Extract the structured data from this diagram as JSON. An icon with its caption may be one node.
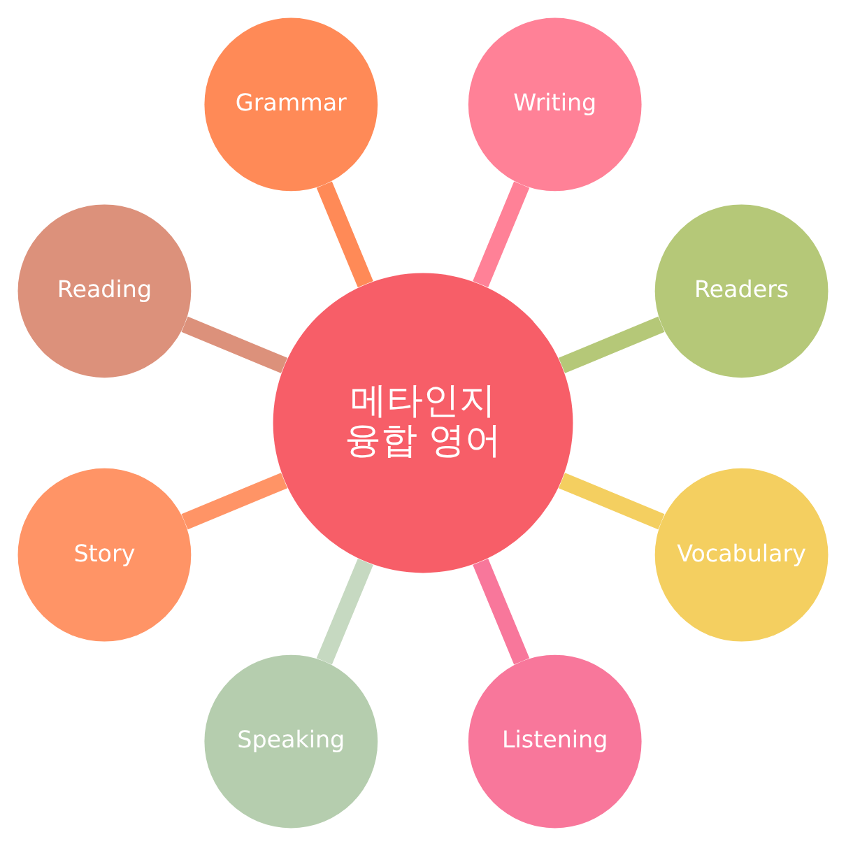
{
  "diagram": {
    "nodes": [
      {
        "text": [
          "Grammar"
        ]
      },
      {
        "text": [
          "Reading"
        ]
      },
      {
        "text": [
          "Writing"
        ]
      },
      {
        "text": [
          "Story"
        ]
      },
      {
        "text": [
          "메타인지 융합 영어"
        ]
      },
      {
        "text": [
          "Readers"
        ]
      },
      {
        "text": [
          "Speaking"
        ]
      },
      {
        "text": [
          "Vocabulary"
        ]
      },
      {
        "text": [
          "Listening"
        ]
      }
    ],
    "edges": [
      {
        "from": 4,
        "to": 0,
        "arrow": "none",
        "color": "#ff8a57"
      },
      {
        "from": 4,
        "to": 1,
        "arrow": "none",
        "color": "#dc917b"
      },
      {
        "from": 4,
        "to": 2,
        "arrow": "none",
        "color": "#ff8197"
      },
      {
        "from": 4,
        "to": 3,
        "arrow": "none",
        "color": "#ff9466"
      },
      {
        "from": 4,
        "to": 5,
        "arrow": "none",
        "color": "#b5c878"
      },
      {
        "from": 4,
        "to": 6,
        "arrow": "none",
        "color": "#c6d9c1"
      },
      {
        "from": 4,
        "to": 7,
        "arrow": "none",
        "color": "#f4cf60"
      },
      {
        "from": 4,
        "to": 8,
        "arrow": "none",
        "color": "#f8779b"
      }
    ]
  }
}
